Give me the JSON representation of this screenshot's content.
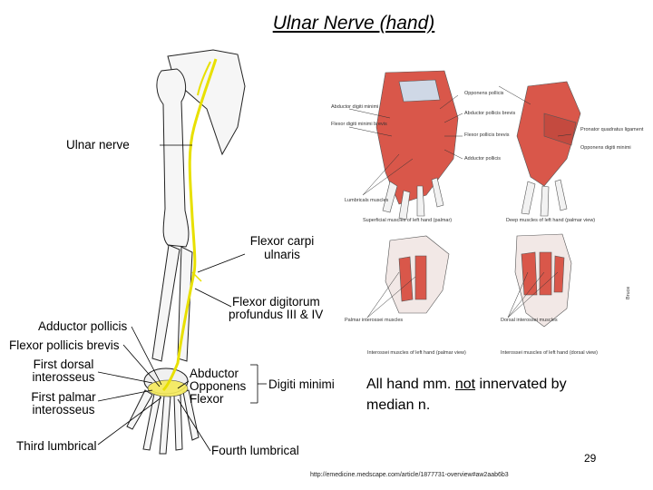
{
  "title": "Ulnar Nerve (hand)",
  "labels": {
    "ulnar_nerve": "Ulnar nerve",
    "flexor_carpi_1": "Flexor carpi",
    "flexor_carpi_2": "ulnaris",
    "fdp_1": "Flexor digitorum",
    "fdp_2": "profundus III & IV",
    "adductor_pollicis": "Adductor pollicis",
    "fpb": "Flexor pollicis brevis",
    "first_dorsal_1": "First dorsal",
    "first_dorsal_2": "interosseus",
    "first_palmar_1": "First palmar",
    "first_palmar_2": "interosseus",
    "abductor": "Abductor",
    "opponens": "Opponens",
    "flexor": "Flexor",
    "digiti_minimi": "Digiti minimi",
    "third_lumbrical": "Third lumbrical",
    "fourth_lumbrical": "Fourth lumbrical"
  },
  "hand_figure": {
    "superficial_caption": "Superficial muscles of left hand (palmar)",
    "deep_caption": "Deep muscles of left hand (palmar view)",
    "palmar_interossei_caption": "Interossei muscles of left hand (palmar view)",
    "dorsal_interossei_caption": "Interossei muscles of left hand (dorsal view)",
    "abductor_dm": "Abductor digiti minimi",
    "flexor_dm": "Flexor digiti minimi brevis",
    "lumbricals": "Lumbricals muscles",
    "opponens_pollicis": "Opponens pollicis",
    "abductor_pb": "Abductor pollicis brevis",
    "fpb_small": "Flexor pollicis brevis",
    "adductor_small": "Adductor pollicis",
    "pronator": "Pronator quadratus ligament",
    "opponens_dm": "Opponens digiti minimi",
    "palmar_interossei": "Palmar interossei muscles",
    "dorsal_interossei": "Dorsal interossei muscles",
    "credit": "Bruce"
  },
  "caption": {
    "line1_a": "All hand mm. ",
    "line1_u": "not",
    "line1_b": " innervated by",
    "line2": "median n."
  },
  "page_number": "29",
  "source_url": "http://emedicine.medscape.com/article/1877731-overview#aw2aab6b3",
  "colors": {
    "nerve": "#e8e000",
    "muscle": "#d9574a",
    "bone": "#f2f2f2",
    "line": "#000000"
  }
}
